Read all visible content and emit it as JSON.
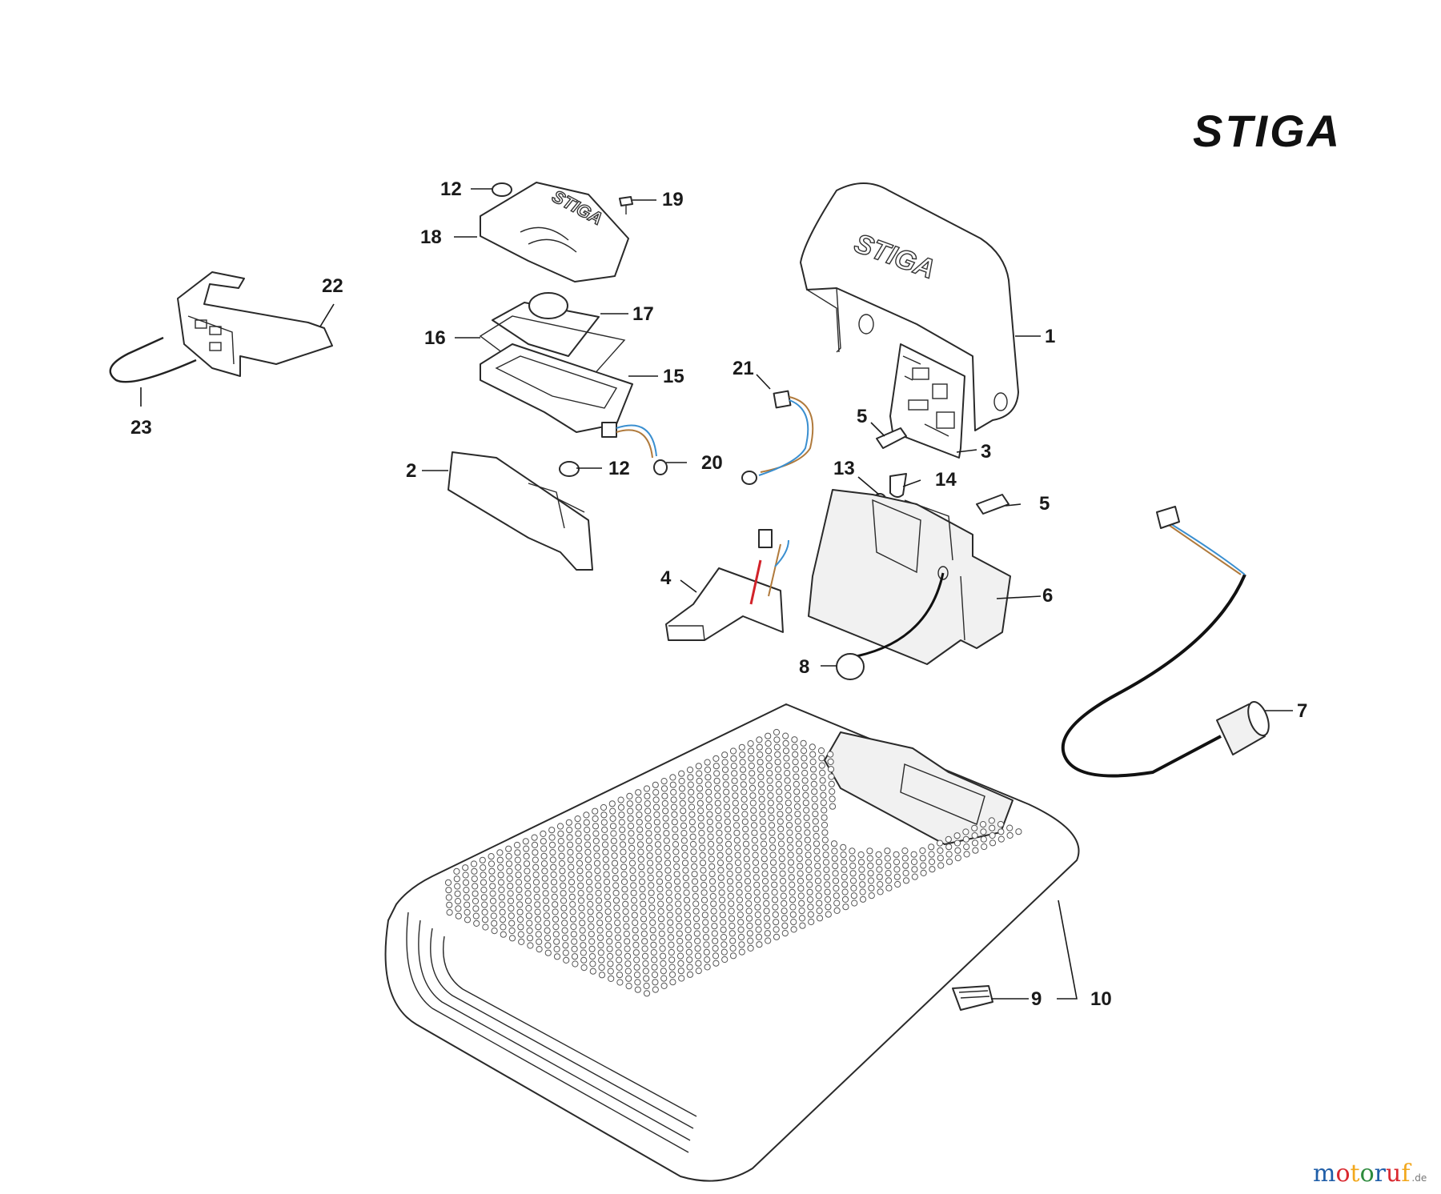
{
  "brand": {
    "logo_text": "STIGA"
  },
  "watermark": {
    "main": "motoruf",
    "suffix": ".de",
    "colors": [
      "#1f5ea8",
      "#d9282f",
      "#f2a81d",
      "#2e8b3e"
    ]
  },
  "callouts": {
    "c1": "1",
    "c2": "2",
    "c3": "3",
    "c4": "4",
    "c5a": "5",
    "c5b": "5",
    "c6": "6",
    "c7": "7",
    "c8": "8",
    "c9": "9",
    "c10": "10",
    "c12a": "12",
    "c12b": "12",
    "c13": "13",
    "c14": "14",
    "c15": "15",
    "c16": "16",
    "c17": "17",
    "c18": "18",
    "c19": "19",
    "c20": "20",
    "c21": "21",
    "c22": "22",
    "c23": "23"
  },
  "wire_colors": {
    "brown": "#b07a3c",
    "blue": "#3a8fd0",
    "red": "#d2232a",
    "black": "#111111",
    "yellow_green": "#a8b83a"
  }
}
